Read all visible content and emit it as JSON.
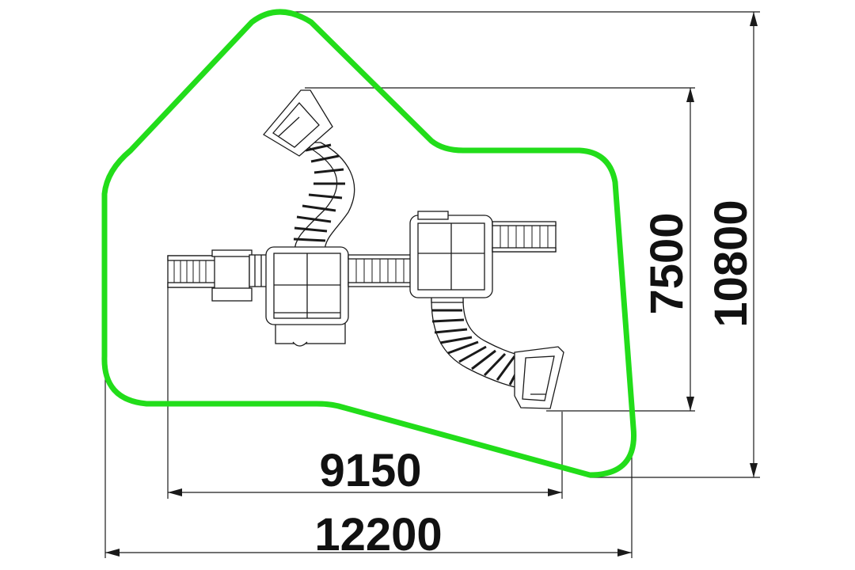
{
  "diagram": {
    "dimensions": {
      "overall_width": "12200",
      "equipment_width": "9150",
      "equipment_depth": "7500",
      "overall_depth": "10800"
    },
    "colors": {
      "safety_zone": "#22dd1a",
      "line": "#1a1a1a",
      "fill": "#ffffff"
    }
  }
}
